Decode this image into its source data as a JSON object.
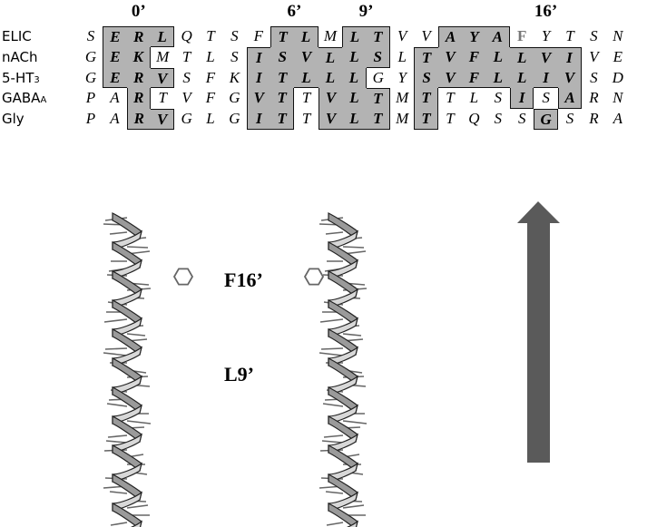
{
  "positions": [
    {
      "label": "0’",
      "col": 2
    },
    {
      "label": "6’",
      "col": 8.5
    },
    {
      "label": "9’",
      "col": 11.5
    },
    {
      "label": "16’",
      "col": 19
    }
  ],
  "rows": [
    {
      "name": "ELIC",
      "sub": "",
      "seq": "SERLQTSFTLMLTVVAYAFYTSN",
      "shaded": [
        1,
        2,
        3,
        8,
        9,
        11,
        12,
        15,
        16,
        17
      ],
      "highlight": [
        18
      ]
    },
    {
      "name": "nACh",
      "sub": "",
      "seq": "GEKMTLSISVLLSLTVFLLVIVE",
      "shaded": [
        1,
        2,
        7,
        8,
        9,
        10,
        11,
        12,
        14,
        15,
        16,
        17,
        18,
        19,
        20
      ],
      "highlight": []
    },
    {
      "name": "5-HT",
      "sub": "3",
      "seq": "GERVSFKITLLLGYSVFLLIVSD",
      "shaded": [
        1,
        2,
        3,
        7,
        8,
        9,
        10,
        11,
        14,
        15,
        16,
        17,
        18,
        19,
        20
      ],
      "highlight": []
    },
    {
      "name": "GABA",
      "sub": "A",
      "seq": "PARTVFGVTTVLTMTTLSISARN",
      "shaded": [
        2,
        7,
        8,
        10,
        11,
        12,
        14,
        18,
        20
      ],
      "highlight": []
    },
    {
      "name": "Gly",
      "sub": "",
      "seq": "PARVGLGITTVLTMTTQSSGSRA",
      "shaded": [
        2,
        3,
        7,
        8,
        10,
        11,
        12,
        14,
        19
      ],
      "highlight": []
    }
  ],
  "labels": {
    "f16": "F16’",
    "l9": "L9’"
  },
  "colors": {
    "shade": "#b3b3b3",
    "arrow": "#5a5a5a",
    "highlight": "#777777"
  }
}
